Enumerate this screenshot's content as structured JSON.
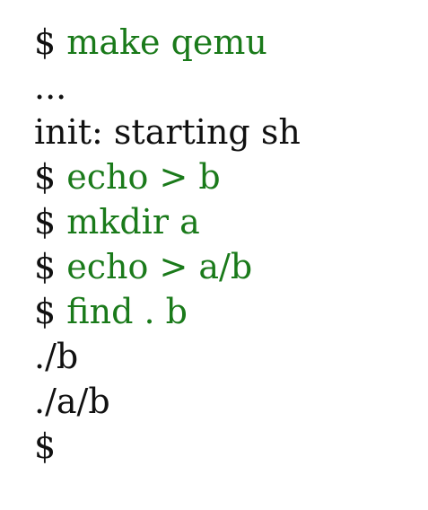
{
  "colors": {
    "command": "#1a7a1a",
    "output": "#111111",
    "background": "#ffffff"
  },
  "terminal": {
    "prompt_symbol": "$",
    "lines": [
      {
        "type": "command",
        "prompt": "$",
        "text": "make qemu"
      },
      {
        "type": "output",
        "text": "..."
      },
      {
        "type": "output",
        "text": "init: starting sh"
      },
      {
        "type": "command",
        "prompt": "$",
        "text": "echo > b"
      },
      {
        "type": "command",
        "prompt": "$",
        "text": "mkdir a"
      },
      {
        "type": "command",
        "prompt": "$",
        "text": "echo > a/b"
      },
      {
        "type": "command",
        "prompt": "$",
        "text": "find . b"
      },
      {
        "type": "output",
        "text": "./b"
      },
      {
        "type": "output",
        "text": "./a/b"
      },
      {
        "type": "prompt",
        "prompt": "$",
        "text": ""
      }
    ]
  }
}
